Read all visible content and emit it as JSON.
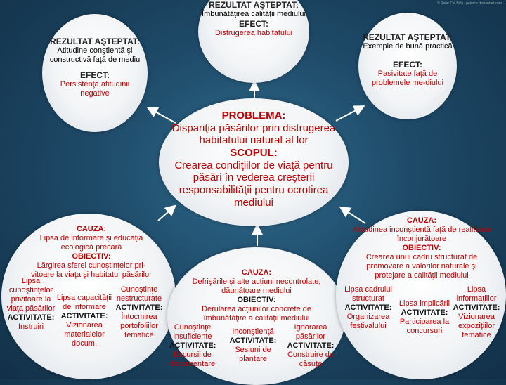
{
  "credit": "© Peter Cal Bidy | peterca.deviantart.com",
  "top": {
    "title": "REZULTAT AŞTEPTAT:",
    "text1": "Îmbunătăţirea calităţii mediului",
    "effect_label": "EFECT:",
    "text2": "Distrugerea habitatului"
  },
  "top_left": {
    "title": "REZULTAT AŞTEPTAT:",
    "text1": "Atitudine conştientă şi constructivă faţă de mediu",
    "effect_label": "EFECT:",
    "text2": "Persistenţa atitudinii negative"
  },
  "top_right": {
    "title": "REZULTAT AŞTEPTAT:",
    "text1": "Exemple de bună practică",
    "effect_label": "EFECT:",
    "text2": "Pasivitate faţă de problemele me-diului"
  },
  "center": {
    "problem_label": "PROBLEMA:",
    "problem_text": "Dispariţia păsărilor prin distrugerea habitatului natural al lor",
    "scope_label": "SCOPUL:",
    "scope_text": "Crearea condiţiilor de viaţă pentru păsări în vederea creşterii responsabilităţii pentru ocrotirea mediului"
  },
  "left": {
    "cause_label": "CAUZA:",
    "cause_text": "Lipsa de informare şi educaţia ecologică precară",
    "objective_label": "OBIECTIV:",
    "objective_text": "Lărgirea sferei cunoştinţelor pri-vitoare la viaţa şi habitatul păsărilor",
    "col1_text": "Lipsa cunoştinţelor privitoare la viaţa păsărilor",
    "col1_activity": "ACTIVITATE:",
    "col1_action": "Instruiri",
    "col2_text": "Lipsa capacităţii de informare",
    "col2_activity": "ACTIVITATE:",
    "col2_action": "Vizionarea materialelor docum.",
    "col3_text": "Cunoştinţe nestructurate",
    "col3_activity": "ACTIVITATE:",
    "col3_action": "Întocmirea portofoliilor tematice"
  },
  "middle": {
    "cause_label": "CAUZA:",
    "cause_text": "Defrişările şi alte acţiuni necontrolate, dăunătoare mediului",
    "objective_label": "OBIECTIV:",
    "objective_text": "Derularea acţiunilor concrete de îmbunătăţire a calităţii mediului",
    "col1_text": "Cunoştinţe insuficiente",
    "col1_activity": "ACTIVITATE:",
    "col1_action": "Excursii de documentare",
    "col2_text": "Inconştienţă",
    "col2_activity": "ACTIVITATE:",
    "col2_action": "Sesiuni de plantare",
    "col3_text": "Ignorarea păsărilor",
    "col3_activity": "ACTIVITATE:",
    "col3_action": "Construire de căsuţe"
  },
  "right": {
    "cause_label": "CAUZA:",
    "cause_text": "Atitudinea inconştientă faţă de realitatea înconjurătoare",
    "objective_label": "OBIECTIV:",
    "objective_text": "Crearea unui cadru structurat de promovare a valorilor naturale şi protejare a calităţii mediului",
    "col1_text": "Lipsa cadrului structurat",
    "col1_activity": "ACTIVITATE:",
    "col1_action": "Organizarea festivalului",
    "col2_text": "Lipsa implicării",
    "col2_activity": "ACTIVITATE:",
    "col2_action": "Participarea la concursuri",
    "col3_text": "Lipsa informaţiilor",
    "col3_activity": "ACTIVITATE:",
    "col3_action": "Vizionarea expoziţiilor tematice"
  },
  "colors": {
    "background": "#1e4a68",
    "ellipse": "#f2f4f6",
    "label": "#c00000",
    "arrow": "#ffffff"
  }
}
